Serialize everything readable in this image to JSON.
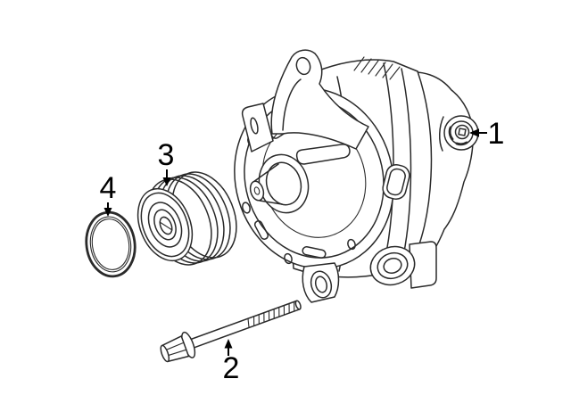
{
  "page": {
    "background_color": "#ffffff"
  },
  "diagram": {
    "type": "exploded-parts-line-drawing",
    "subject": "Alternator assembly exploded view with pulley, seal ring and mounting bolt",
    "line_color": "#2a2a2a",
    "callout_color": "#000000"
  },
  "callouts": [
    {
      "label": "1",
      "part": "terminal nut on alternator rear housing",
      "arrow_direction": "left"
    },
    {
      "label": "2",
      "part": "long flange mounting bolt",
      "arrow_direction": "up"
    },
    {
      "label": "3",
      "part": "alternator clutch pulley",
      "arrow_direction": "down"
    },
    {
      "label": "4",
      "part": "o-ring seal",
      "arrow_direction": "down"
    }
  ]
}
